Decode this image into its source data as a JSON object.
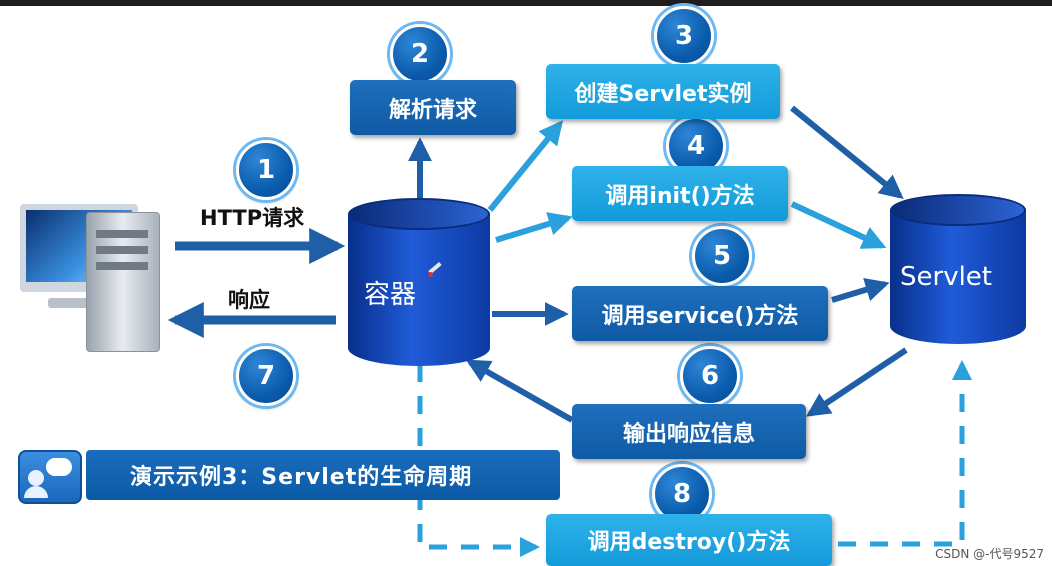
{
  "steps": {
    "s1": "1",
    "s2": "2",
    "s3": "3",
    "s4": "4",
    "s5": "5",
    "s6": "6",
    "s7": "7",
    "s8": "8"
  },
  "labels": {
    "http_request": "HTTP请求",
    "response": "响应",
    "container": "容器",
    "servlet": "Servlet"
  },
  "boxes": {
    "parse_request": "解析请求",
    "create_instance": "创建Servlet实例",
    "call_init": "调用init()方法",
    "call_service": "调用service()方法",
    "output_response": "输出响应信息",
    "call_destroy": "调用destroy()方法"
  },
  "title": "演示示例3：Servlet的生命周期",
  "watermark": "CSDN @-代号9527",
  "colors": {
    "dark_blue": "#1464b4",
    "light_blue": "#22a8e4",
    "badge_blue": "#0b5cad",
    "arrow_blue": "#1f5fa8",
    "cylinder_blue": "#1a4fc4"
  }
}
